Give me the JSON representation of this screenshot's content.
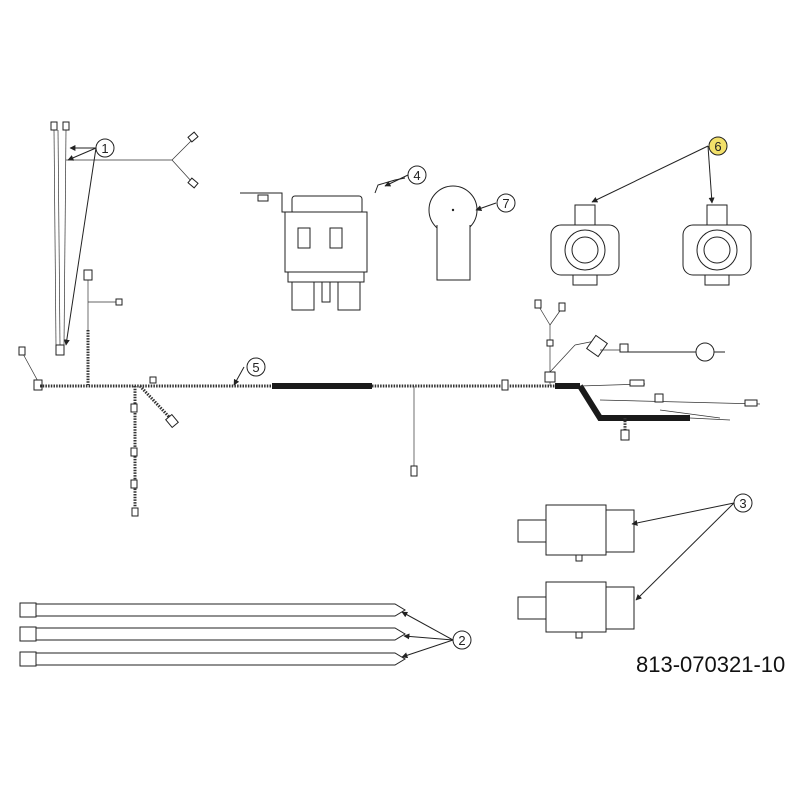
{
  "drawing": {
    "part_number": "813-070321-10",
    "highlight_color": "#f2e06a"
  },
  "callouts": [
    {
      "label": "1"
    },
    {
      "label": "2"
    },
    {
      "label": "3"
    },
    {
      "label": "4"
    },
    {
      "label": "5"
    },
    {
      "label": "6",
      "highlighted": true
    },
    {
      "label": "7"
    }
  ]
}
